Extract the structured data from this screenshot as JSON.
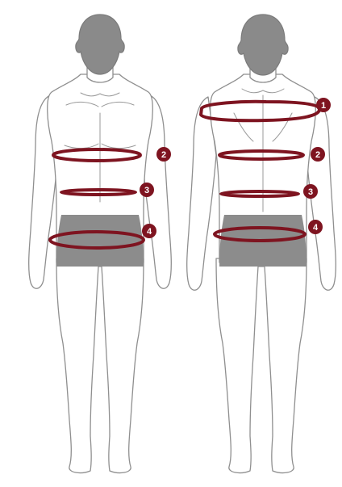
{
  "colors": {
    "measure_band": "#7e1420",
    "badge_text": "#ffffff",
    "shorts": "#8c8c8c",
    "outline": "#8f8f8f"
  },
  "front_figure": {
    "markers": [
      {
        "id": "2",
        "label": "2"
      },
      {
        "id": "3",
        "label": "3"
      },
      {
        "id": "4",
        "label": "4"
      }
    ]
  },
  "back_figure": {
    "markers": [
      {
        "id": "1",
        "label": "1"
      },
      {
        "id": "2",
        "label": "2"
      },
      {
        "id": "3",
        "label": "3"
      },
      {
        "id": "4",
        "label": "4"
      }
    ]
  }
}
